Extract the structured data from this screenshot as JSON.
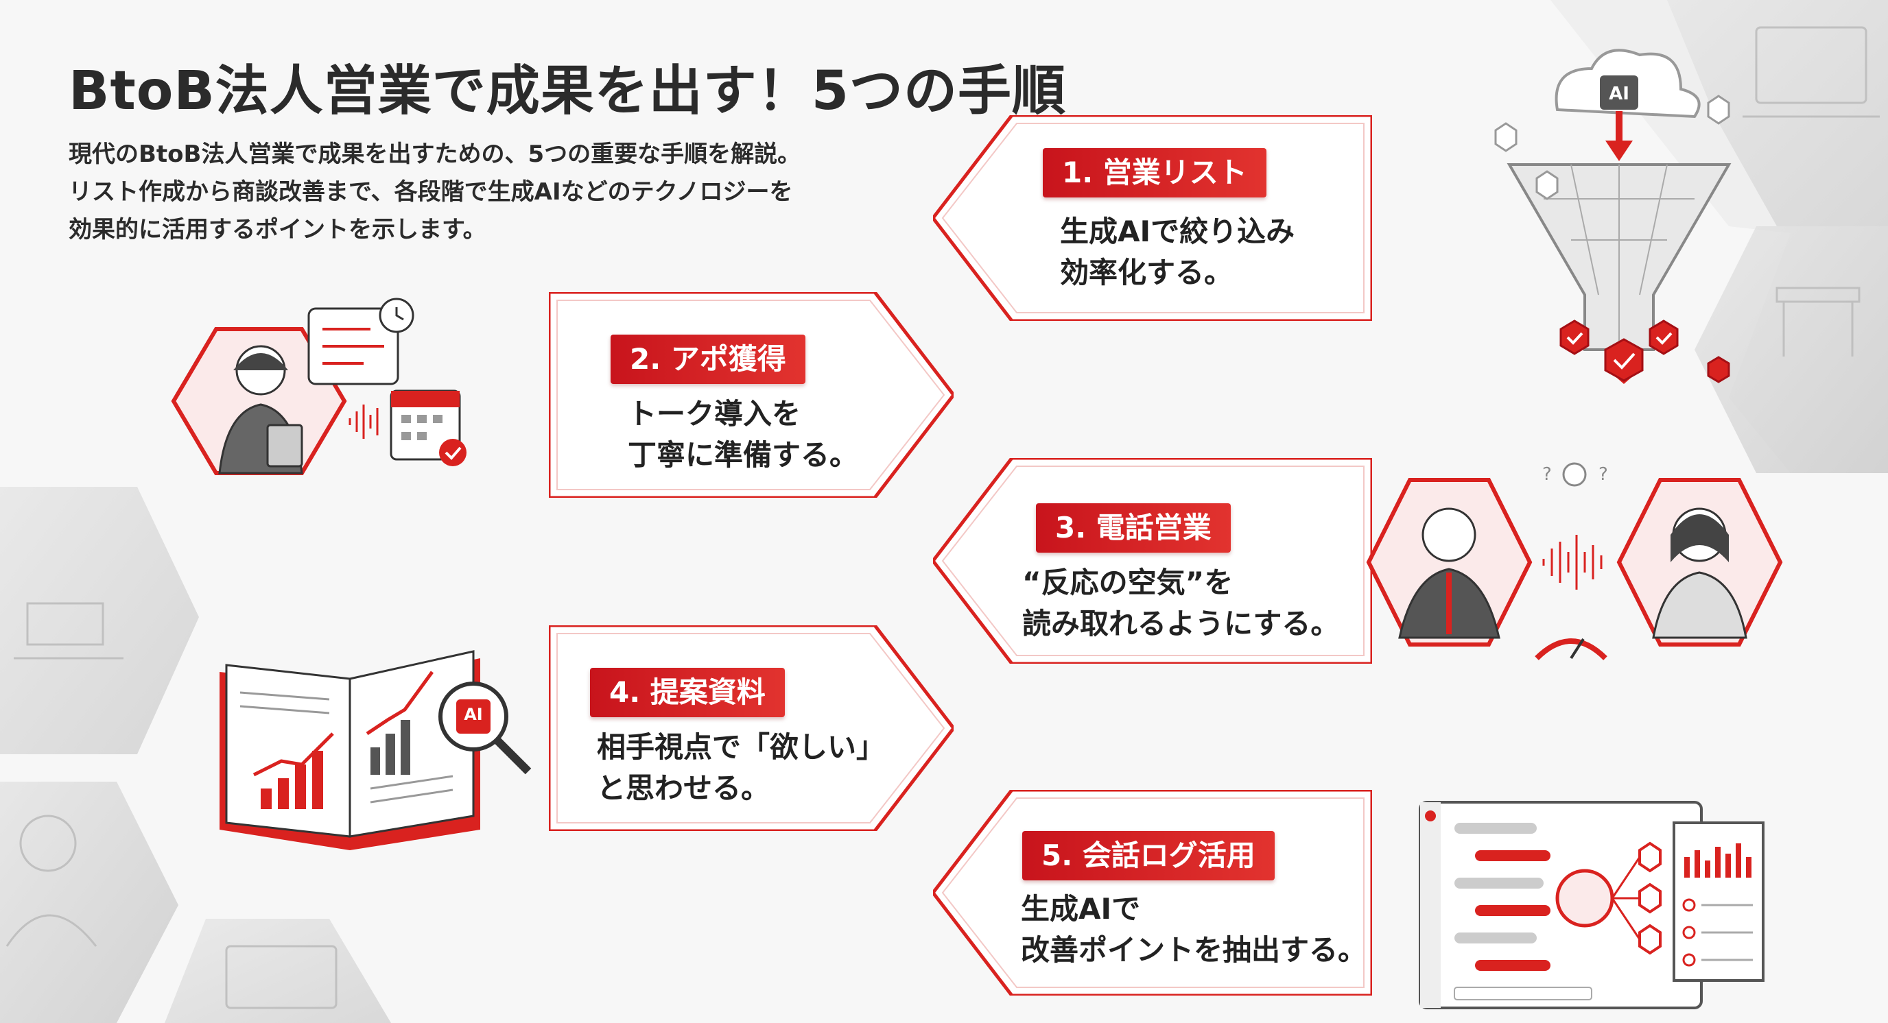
{
  "header": {
    "title": "BtoB法人営業で成果を出す！5つの手順",
    "subtitle_lines": [
      "現代のBtoB法人営業で成果を出すための、5つの重要な手順を解説。",
      "リスト作成から商談改善まで、各段階で生成AIなどのテクノロジーを",
      "効果的に活用するポイントを示します。"
    ]
  },
  "steps": [
    {
      "label": "1. 営業リスト",
      "lines": [
        "生成AIで絞り込み",
        "効率化する。"
      ]
    },
    {
      "label": "2. アポ獲得",
      "lines": [
        "トーク導入を",
        "丁寧に準備する。"
      ]
    },
    {
      "label": "3. 電話営業",
      "lines": [
        "“反応の空気”を",
        "読み取れるようにする。"
      ]
    },
    {
      "label": "4. 提案資料",
      "lines": [
        "相手視点で「欲しい」",
        "と思わせる。"
      ]
    },
    {
      "label": "5. 会話ログ活用",
      "lines": [
        "生成AIで",
        "改善ポイントを抽出する。"
      ]
    }
  ],
  "illustrations": {
    "funnel_ai_label": "AI",
    "proposal_ai_label": "AI"
  },
  "colors": {
    "accent": "#d9221f",
    "accent_dark": "#b3121a",
    "text": "#222222",
    "background": "#f7f7f7"
  }
}
